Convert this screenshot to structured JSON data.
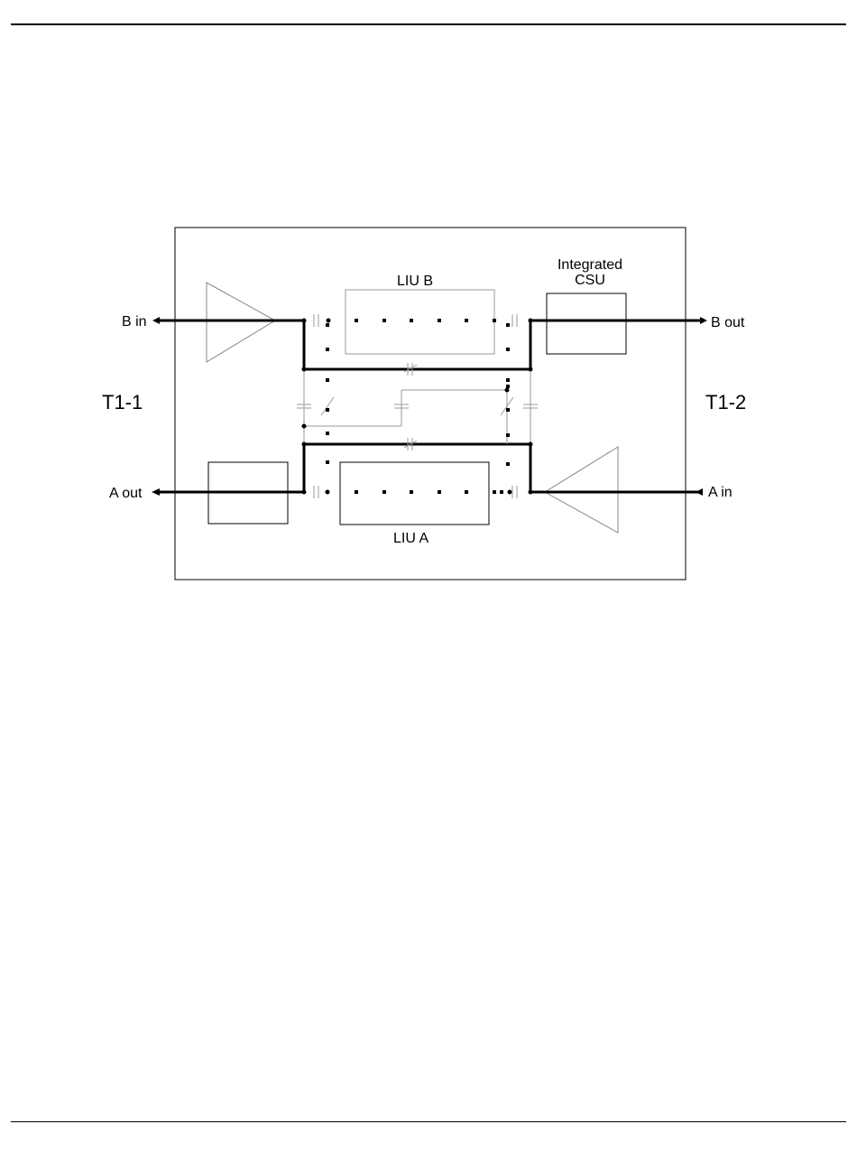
{
  "labels": {
    "b_in": "B in",
    "b_out": "B out",
    "a_out": "A out",
    "a_in": "A in",
    "t1_1": "T1-1",
    "t1_2": "T1-2",
    "liu_b": "LIU B",
    "liu_a": "LIU A",
    "csu_line1": "Integrated",
    "csu_line2": "CSU"
  },
  "colors": {
    "line": "#000000",
    "faint": "#9a9a9a"
  }
}
